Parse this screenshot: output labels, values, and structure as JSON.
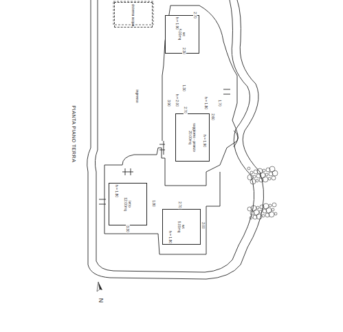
{
  "diagram": {
    "title": "PIANTA PIANO TERRA",
    "nodes": [
      {
        "text": [
          "wc",
          "5.00mq"
        ]
      },
      {
        "text": [
          "soggiorno - pranzo",
          "20.00mq"
        ]
      },
      {
        "text": [
          "letto",
          "12.00mq"
        ]
      },
      {
        "text": [
          "wc",
          "5.00mq"
        ]
      },
      {
        "text": [
          "cisterna acqua"
        ]
      }
    ],
    "labels": [
      "2.70",
      "h = 1.90",
      "2.30",
      "1.30",
      "h = 2.00",
      "1.70",
      "h = 1.80",
      "3.90",
      "2.70",
      "2.60",
      "h = 1.90",
      "1.80",
      "3.30",
      "h = 1.80",
      "2.70",
      "2.00",
      "h = 1.80",
      "N",
      "ingresso"
    ]
  }
}
